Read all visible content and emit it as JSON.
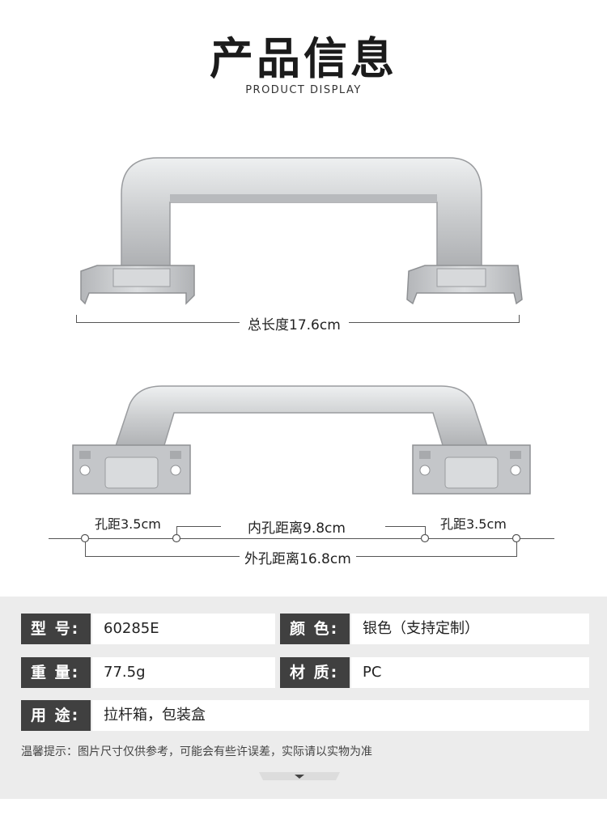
{
  "header": {
    "title": "产品信息",
    "subtitle": "PRODUCT DISPLAY"
  },
  "dimensions": {
    "total_length": "总长度17.6cm",
    "hole_left": "孔距3.5cm",
    "inner_hole": "内孔距离9.8cm",
    "hole_right": "孔距3.5cm",
    "outer_hole": "外孔距离16.8cm"
  },
  "specs": {
    "model_label": "型 号:",
    "model_value": "60285E",
    "color_label": "颜 色:",
    "color_value": "银色（支持定制）",
    "weight_label": "重 量:",
    "weight_value": "77.5g",
    "material_label": "材 质:",
    "material_value": "PC",
    "usage_label": "用 途:",
    "usage_value": "拉杆箱，包装盒"
  },
  "note": "温馨提示：图片尺寸仅供参考，可能会有些许误差，实际请以实物为准",
  "colors": {
    "label_bg": "#404040",
    "band_bg": "#ececec",
    "handle_silver": "#c8cacc"
  }
}
